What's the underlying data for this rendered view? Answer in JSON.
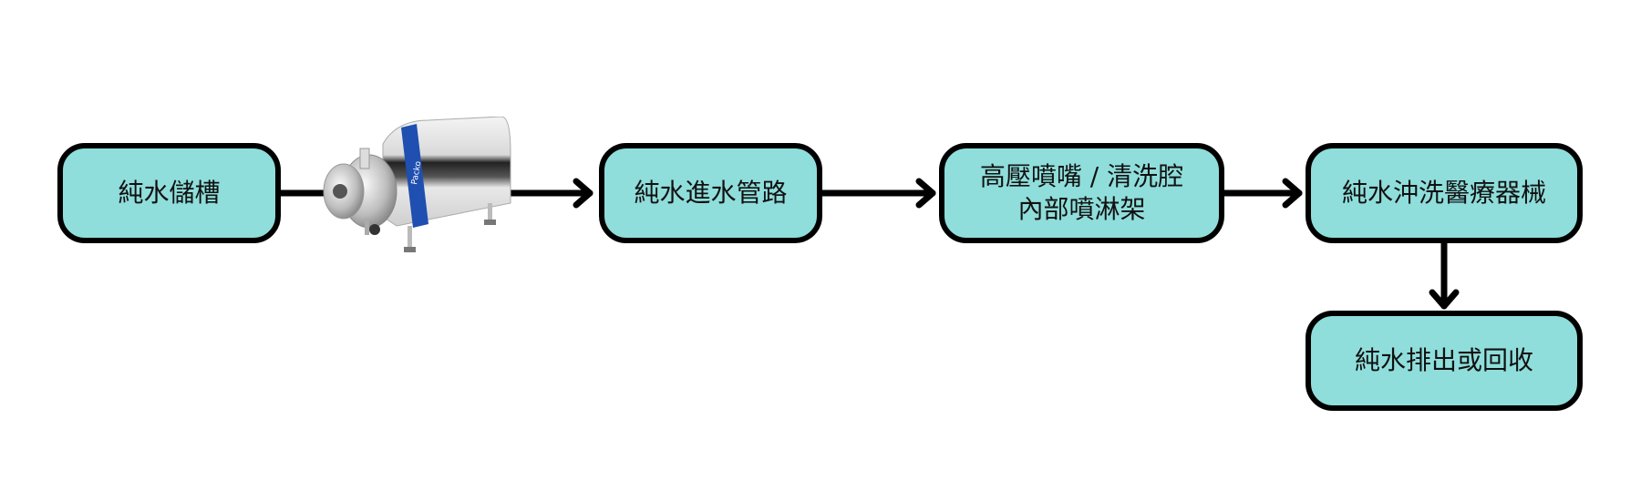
{
  "diagram": {
    "title": "Pure water rinse flow",
    "nodes": [
      {
        "id": "tank",
        "lines": [
          "純水儲槽"
        ]
      },
      {
        "id": "pipe",
        "lines": [
          "純水進水管路"
        ]
      },
      {
        "id": "nozzle",
        "lines": [
          "高壓噴嘴 / 清洗腔",
          "內部噴淋架"
        ]
      },
      {
        "id": "rinse",
        "lines": [
          "純水沖洗醫療器械"
        ]
      },
      {
        "id": "drain",
        "lines": [
          "純水排出或回收"
        ]
      }
    ],
    "pump_brand": "Packo",
    "colors": {
      "box_fill": "#8fdedb",
      "border": "#000000",
      "pump_band": "#1f4fb0"
    }
  }
}
